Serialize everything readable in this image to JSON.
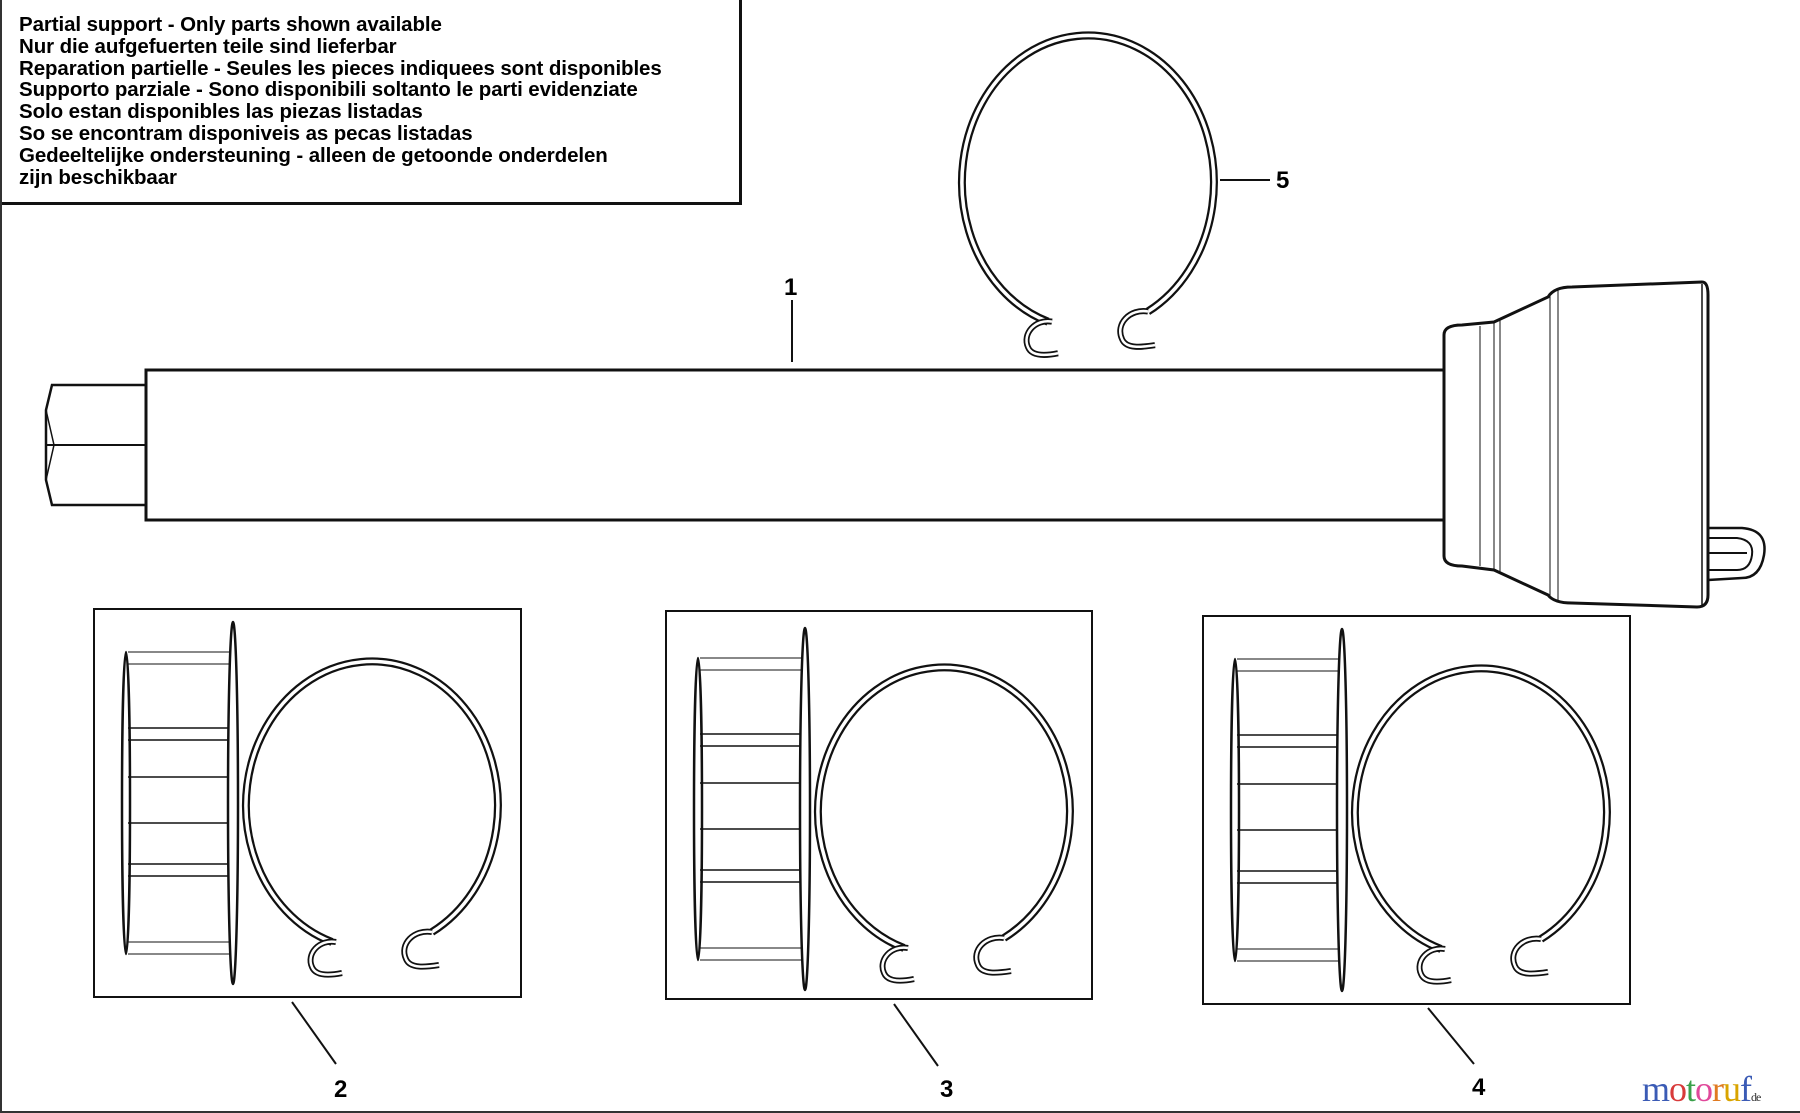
{
  "notice": {
    "lines": [
      "Partial support - Only parts shown available",
      "Nur die aufgefuerten teile sind lieferbar",
      "Reparation partielle - Seules les pieces indiquees sont disponibles",
      "Supporto parziale - Sono disponibili soltanto le parti evidenziate",
      "Solo estan disponibles las piezas listadas",
      "So se encontram disponiveis as pecas listadas",
      "Gedeeltelijke ondersteuning - alleen de getoonde onderdelen",
      "zijn beschikbaar"
    ]
  },
  "callouts": {
    "p1": "1",
    "p2": "2",
    "p3": "3",
    "p4": "4",
    "p5": "5"
  },
  "watermark": {
    "text": "motoruf",
    "suffix": "de",
    "colors": [
      "#3b5bb5",
      "#d83a3a",
      "#3aa04a",
      "#e0489a",
      "#e07a20",
      "#d9a400"
    ]
  }
}
